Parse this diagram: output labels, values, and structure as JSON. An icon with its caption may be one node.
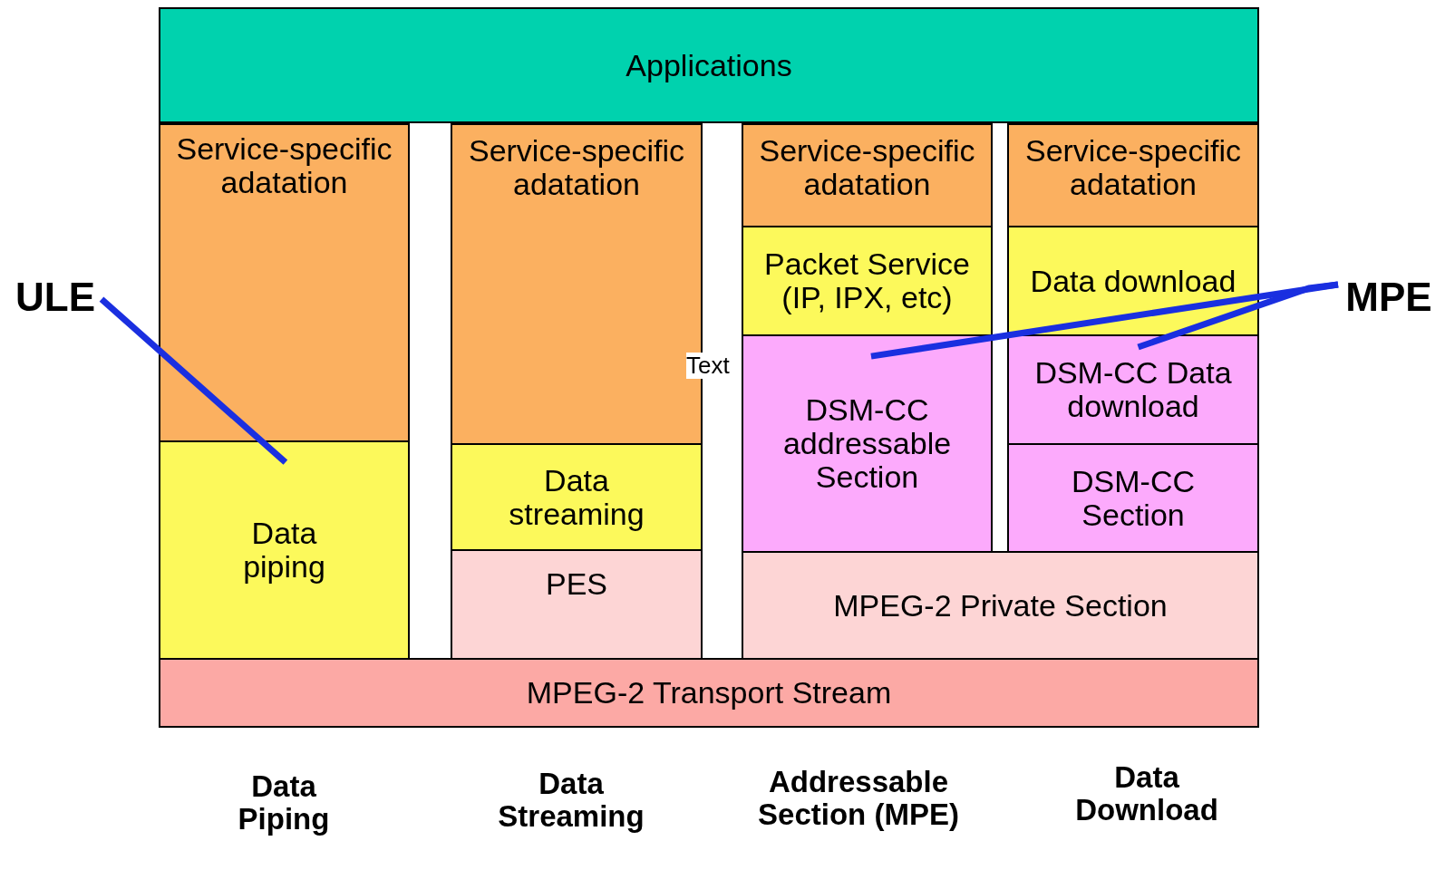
{
  "diagram": {
    "nodes": [
      {
        "text": [
          "Applications"
        ]
      },
      {
        "text": [
          "Service-specific adatation"
        ]
      },
      {
        "text": [
          "Data piping"
        ]
      },
      {
        "text": [
          "Service-specific adatation"
        ]
      },
      {
        "text": [
          "Data streaming"
        ]
      },
      {
        "text": [
          "PES"
        ]
      },
      {
        "text": [
          "Service-specific adatation"
        ]
      },
      {
        "text": [
          "Packet Service (IP, IPX, etc)"
        ]
      },
      {
        "text": [
          "DSM-CC addressable Section"
        ]
      },
      {
        "text": [
          "Service-specific adatation"
        ]
      },
      {
        "text": [
          "Data download"
        ]
      },
      {
        "text": [
          "DSM-CC Data download"
        ]
      },
      {
        "text": [
          "DSM-CC Section"
        ]
      },
      {
        "text": [
          "MPEG-2 Private Section"
        ]
      },
      {
        "text": [
          "MPEG-2 Transport Stream"
        ]
      },
      {
        "text": [
          "ULE"
        ]
      },
      {
        "text": [
          "MPE"
        ]
      }
    ],
    "edges": [
      {
        "from": 15,
        "to": 2,
        "arrow": "none"
      },
      {
        "from": 16,
        "to": 8,
        "arrow": "none"
      },
      {
        "from": 16,
        "to": 11,
        "arrow": "none"
      }
    ],
    "labels": [
      "Text",
      "Data Piping",
      "Data Streaming",
      "Addressable Section (MPE)",
      "Data Download"
    ]
  }
}
